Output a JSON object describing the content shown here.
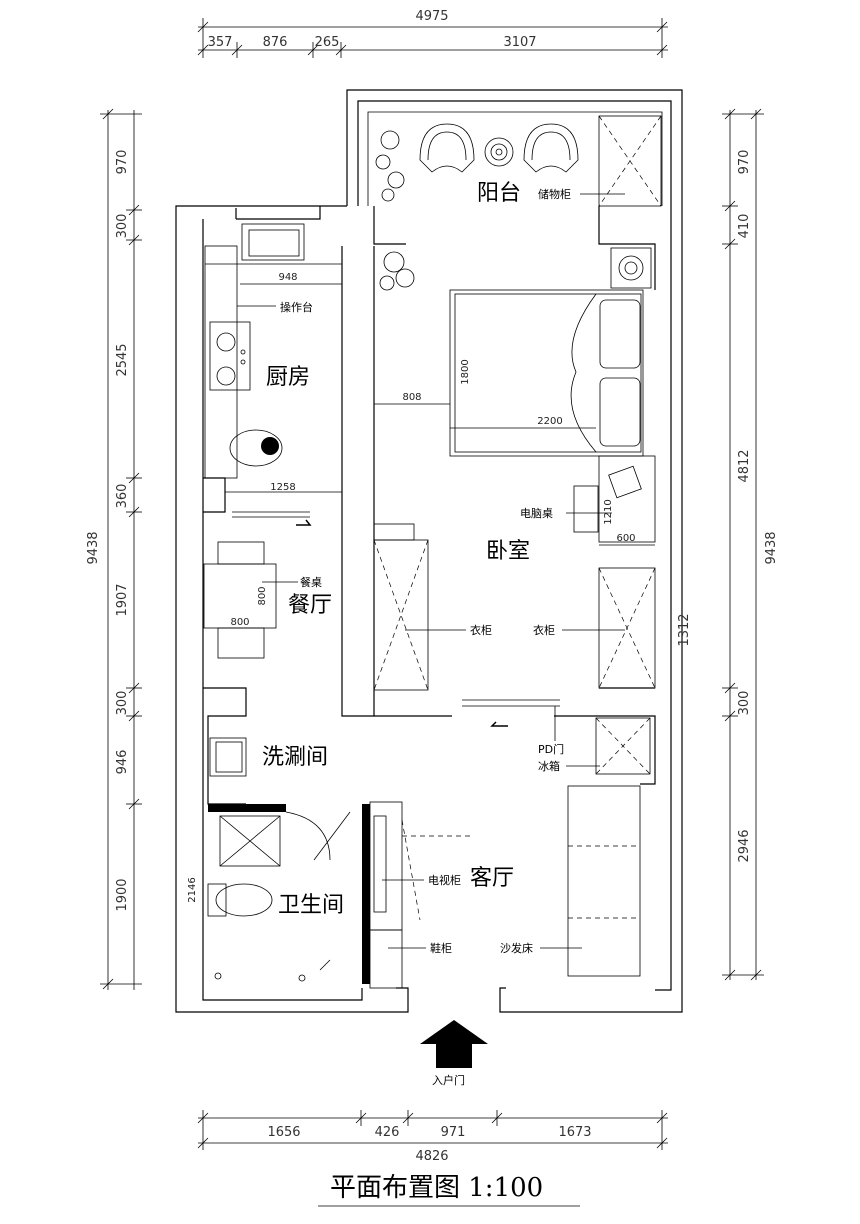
{
  "title": "平面布置图 1:100",
  "rooms": {
    "balcony": "阳台",
    "kitchen": "厨房",
    "bedroom": "卧室",
    "dining": "餐厅",
    "laundry": "洗涮间",
    "bathroom": "卫生间",
    "living": "客厅"
  },
  "labels": {
    "storage_cabinet": "储物柜",
    "counter": "操作台",
    "desk": "电脑桌",
    "dining_table": "餐桌",
    "wardrobe_left": "衣柜",
    "wardrobe_right": "衣柜",
    "pd_door": "PD门",
    "fridge": "冰箱",
    "tv_cabinet": "电视柜",
    "shoe_cabinet": "鞋柜",
    "sofa_bed": "沙发床",
    "entrance": "入户门"
  },
  "dimensions": {
    "top_total": "4975",
    "top_segments": [
      "357",
      "876",
      "265",
      "3107"
    ],
    "bottom_total": "4826",
    "bottom_segments": [
      "1656",
      "426",
      "971",
      "1673"
    ],
    "left_total": "9438",
    "left_segments": [
      "970",
      "300",
      "2545",
      "360",
      "1907",
      "300",
      "946",
      "1900"
    ],
    "right_total": "9438",
    "right_segments": [
      "970",
      "410",
      "4812",
      "300",
      "2946"
    ],
    "inner": {
      "counter_depth": "948",
      "kitchen_width": "1258",
      "bed_side": "808",
      "bed_length": "2200",
      "bed_width": "1800",
      "table_w": "800",
      "table_h": "800",
      "desk_depth": "1210",
      "desk_w": "600",
      "wardrobe_h": "1312",
      "bath_h": "2146"
    }
  }
}
